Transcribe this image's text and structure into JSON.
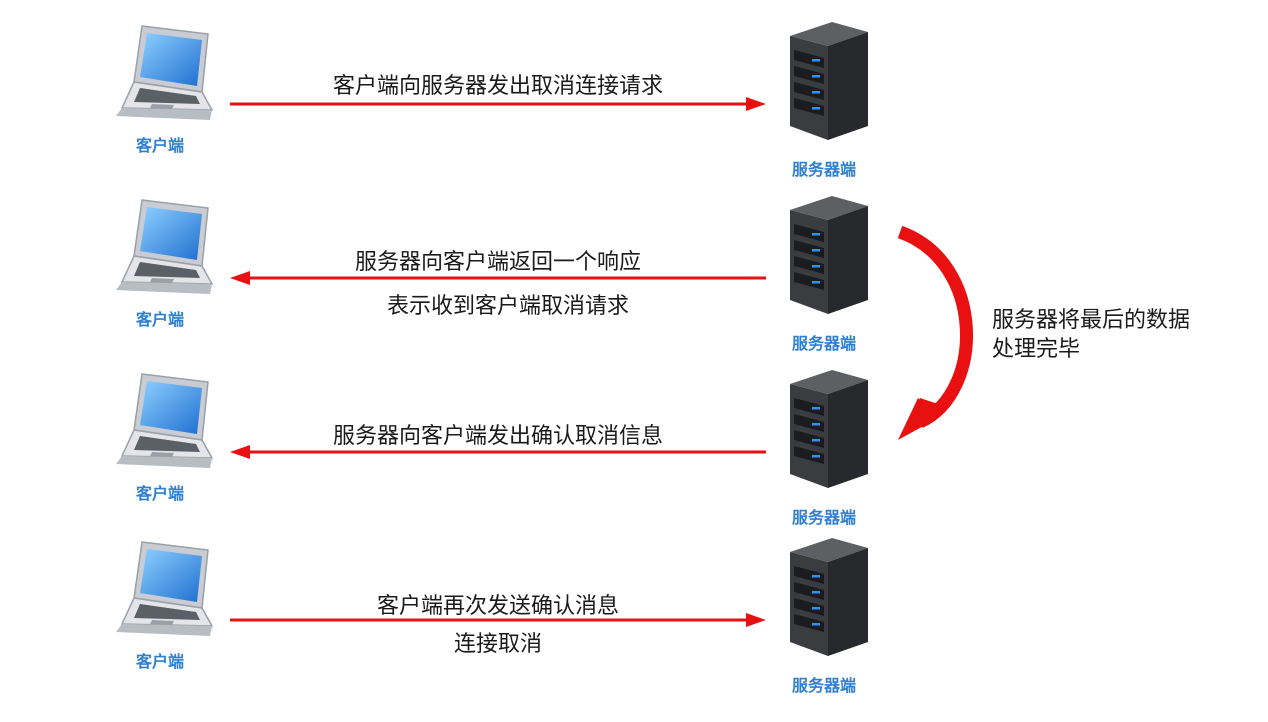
{
  "labels": {
    "client": "客户端",
    "server": "服务器端"
  },
  "colors": {
    "arrow": "#e81010",
    "label": "#2f7fd2"
  },
  "steps": [
    {
      "direction": "client-to-server",
      "text1": "客户端向服务器发出取消连接请求",
      "text2": ""
    },
    {
      "direction": "server-to-client",
      "text1": "服务器向客户端返回一个响应",
      "text2": "表示收到客户端取消请求"
    },
    {
      "direction": "server-to-client",
      "text1": "服务器向客户端发出确认取消信息",
      "text2": ""
    },
    {
      "direction": "client-to-server",
      "text1": "客户端再次发送确认消息",
      "text2": "连接取消"
    }
  ],
  "side_note": {
    "line1": "服务器将最后的数据",
    "line2": "处理完毕"
  }
}
